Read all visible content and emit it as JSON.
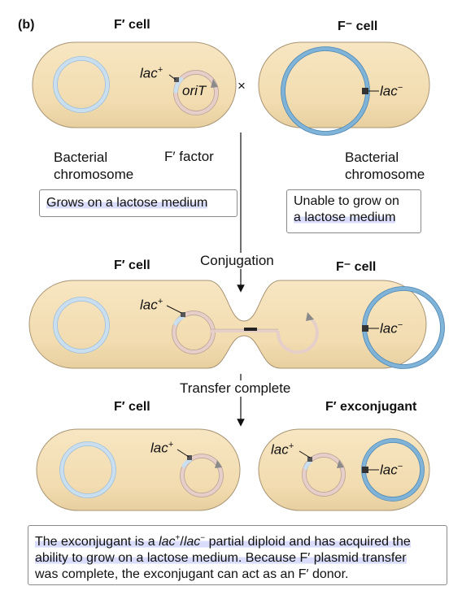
{
  "panel_label": "(b)",
  "row1": {
    "left_title": "F′ cell",
    "right_title": "F⁻ cell",
    "cross_symbol": "×",
    "lac_plus": "lac",
    "lac_plus_sup": "+",
    "oriT": "oriT",
    "lac_minus": "lac",
    "lac_minus_sup": "−",
    "left_chromosome_label": [
      "Bacterial",
      "chromosome"
    ],
    "f_factor_label": "F′ factor",
    "right_chromosome_label": [
      "Bacterial",
      "chromosome"
    ],
    "left_box": "Grows on a lactose medium",
    "right_box": [
      "Unable to grow on",
      "a lactose medium"
    ]
  },
  "step1_label": "Conjugation",
  "row2": {
    "left_title": "F′ cell",
    "right_title": "F⁻ cell",
    "lac_plus": "lac",
    "lac_plus_sup": "+",
    "lac_minus": "lac",
    "lac_minus_sup": "−"
  },
  "step2_label": "Transfer complete",
  "row3": {
    "left_title": "F′ cell",
    "right_title": "F′ exconjugant",
    "lac_plus_left": "lac",
    "lac_plus_left_sup": "+",
    "lac_plus_right": "lac",
    "lac_plus_right_sup": "+",
    "lac_minus": "lac",
    "lac_minus_sup": "−"
  },
  "note": {
    "line1_pre": "The exconjugant is a ",
    "line1_lac1": "lac",
    "line1_sup1": "+",
    "line1_slash": "/",
    "line1_lac2": "lac",
    "line1_sup2": "−",
    "line1_post": " partial diploid and has acquired the",
    "line2": "ability to grow on a lactose medium. Because F′ plasmid transfer",
    "line3": "was complete, the exconjugant can act as an F′ donor."
  },
  "colors": {
    "cell_fill": "#f3dfb6",
    "cell_stroke": "#9a8a6c",
    "chromosome_light": "#c8deee",
    "chromosome_dark": "#7fb3d8",
    "plasmid": "#e7cdc6",
    "highlight": "#d9dcfb"
  }
}
